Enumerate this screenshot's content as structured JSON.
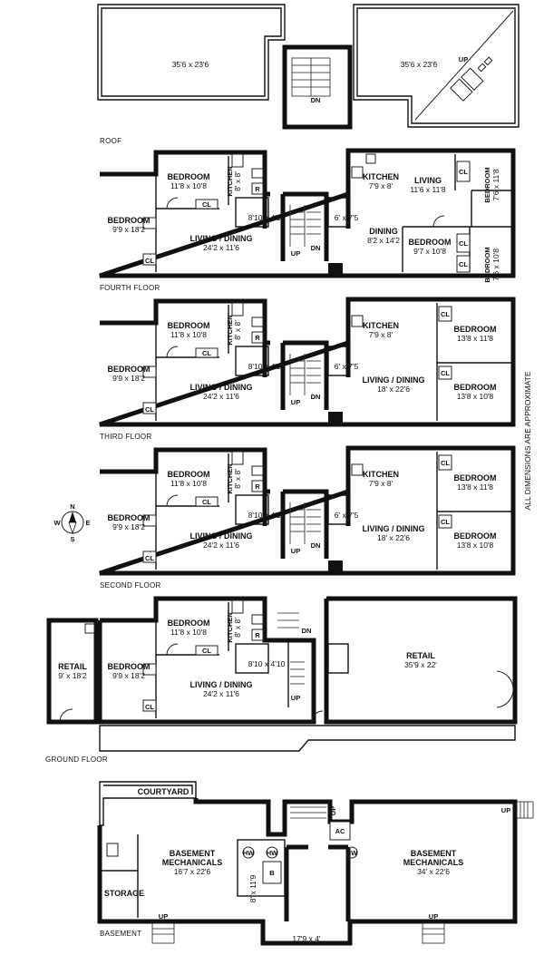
{
  "note": "ALL DIMENSIONS ARE APPROXIMATE",
  "compass": {
    "n": "N",
    "s": "S",
    "e": "E",
    "w": "W"
  },
  "common": {
    "up": "UP",
    "dn": "DN",
    "cl": "CL",
    "r": "R",
    "hw": "HW",
    "ac": "AC",
    "b": "B"
  },
  "roof": {
    "label": "ROOF",
    "left_dim": "35'6 x 23'6",
    "right_dim": "35'6 x 23'6"
  },
  "fourth": {
    "label": "FOURTH FLOOR",
    "west": {
      "bedroom_a": {
        "name": "BEDROOM",
        "dim": "9'9 x 18'2"
      },
      "bedroom_b": {
        "name": "BEDROOM",
        "dim": "11'8 x 10'8"
      },
      "kitchen": {
        "name": "KITCHEN",
        "dim": "8' x 8'"
      },
      "living": {
        "name": "LIVING / DINING",
        "dim": "24'2 x 11'6"
      },
      "bath": "8'10 x 4'10"
    },
    "east": {
      "kitchen": {
        "name": "KITCHEN",
        "dim": "7'9 x 8'"
      },
      "living": {
        "name": "LIVING",
        "dim": "11'6 x 11'8"
      },
      "dining": {
        "name": "DINING",
        "dim": "8'2 x 14'2"
      },
      "bedroom_a": {
        "name": "BEDROOM",
        "dim": "9'7 x 10'8"
      },
      "bedroom_b": {
        "name": "BEDROOM",
        "dim": "7'6 x 11'8"
      },
      "bedroom_c": {
        "name": "BEDROOM",
        "dim": "7'6 x 10'8"
      },
      "bath": "6' x 7'5"
    }
  },
  "third": {
    "label": "THIRD FLOOR",
    "west": {
      "bedroom_a": {
        "name": "BEDROOM",
        "dim": "9'9 x 18'2"
      },
      "bedroom_b": {
        "name": "BEDROOM",
        "dim": "11'8 x 10'8"
      },
      "kitchen": {
        "name": "KITCHEN",
        "dim": "8' x 8'"
      },
      "living": {
        "name": "LIVING / DINING",
        "dim": "24'2 x 11'6"
      },
      "bath": "8'10 x 4'10"
    },
    "east": {
      "kitchen": {
        "name": "KITCHEN",
        "dim": "7'9 x 8'"
      },
      "living": {
        "name": "LIVING / DINING",
        "dim": "18' x 22'6"
      },
      "bedroom_a": {
        "name": "BEDROOM",
        "dim": "13'8 x 11'8"
      },
      "bedroom_b": {
        "name": "BEDROOM",
        "dim": "13'8 x 10'8"
      },
      "bath": "6' x 7'5"
    }
  },
  "second": {
    "label": "SECOND FLOOR",
    "west": {
      "bedroom_a": {
        "name": "BEDROOM",
        "dim": "9'9 x 18'2"
      },
      "bedroom_b": {
        "name": "BEDROOM",
        "dim": "11'8 x 10'8"
      },
      "kitchen": {
        "name": "KITCHEN",
        "dim": "8' x 8'"
      },
      "living": {
        "name": "LIVING / DINING",
        "dim": "24'2 x 11'6"
      },
      "bath": "8'10 x 4'10"
    },
    "east": {
      "kitchen": {
        "name": "KITCHEN",
        "dim": "7'9 x 8'"
      },
      "living": {
        "name": "LIVING / DINING",
        "dim": "18' x 22'6"
      },
      "bedroom_a": {
        "name": "BEDROOM",
        "dim": "13'8 x 11'8"
      },
      "bedroom_b": {
        "name": "BEDROOM",
        "dim": "13'8 x 10'8"
      },
      "bath": "6' x 7'5"
    }
  },
  "ground": {
    "label": "GROUND FLOOR",
    "retail_small": {
      "name": "RETAIL",
      "dim": "9' x 18'2"
    },
    "bedroom_a": {
      "name": "BEDROOM",
      "dim": "9'9 x 18'2"
    },
    "bedroom_b": {
      "name": "BEDROOM",
      "dim": "11'8 x 10'8"
    },
    "kitchen": {
      "name": "KITCHEN",
      "dim": "8' x 8'"
    },
    "living": {
      "name": "LIVING / DINING",
      "dim": "24'2 x 11'6"
    },
    "bath": "8'10 x 4'10",
    "retail_large": {
      "name": "RETAIL",
      "dim": "35'9 x 22'"
    }
  },
  "basement": {
    "label": "BASEMENT",
    "courtyard": "COURTYARD",
    "mech_left": {
      "name": "BASEMENT",
      "name2": "MECHANICALS",
      "dim": "16'7 x 22'6"
    },
    "mech_right": {
      "name": "BASEMENT",
      "name2": "MECHANICALS",
      "dim": "34' x 22'6"
    },
    "storage": "STORAGE",
    "boiler_dim": "8' x 11'9",
    "vault_dim": "17'9 x 4'"
  }
}
